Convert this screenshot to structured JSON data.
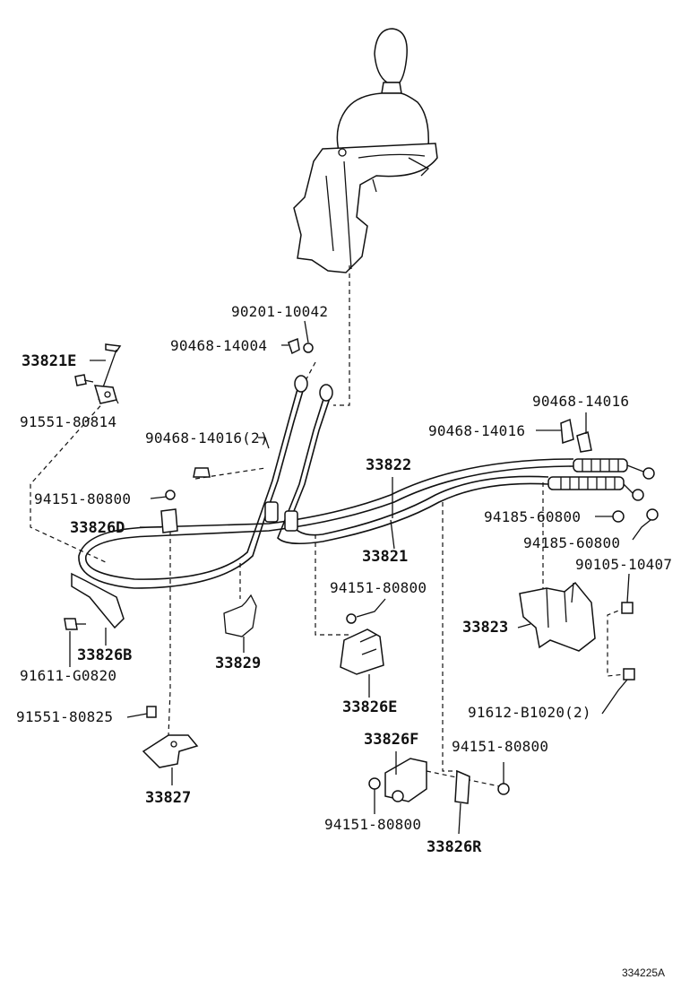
{
  "title": "",
  "diagram_id": "334225A",
  "parts": {
    "p90201_10042": "90201-10042",
    "p90468_14004": "90468-14004",
    "p33821E": "33821E",
    "p91551_80814": "91551-80814",
    "p90468_14016_2": "90468-14016(2)",
    "p94151_80800_a": "94151-80800",
    "p33826D": "33826D",
    "p33826B": "33826B",
    "p91611_G0820": "91611-G0820",
    "p33829": "33829",
    "p91551_80825": "91551-80825",
    "p33827": "33827",
    "p33822": "33822",
    "p33821": "33821",
    "p94151_80800_b": "94151-80800",
    "p33826E": "33826E",
    "p33826F": "33826F",
    "p94151_80800_c": "94151-80800",
    "p94151_80800_d": "94151-80800",
    "p33826R": "33826R",
    "p90468_14016_top": "90468-14016",
    "p90468_14016_mid": "90468-14016",
    "p94185_60800_a": "94185-60800",
    "p94185_60800_b": "94185-60800",
    "p90105_10407": "90105-10407",
    "p33823": "33823",
    "p91612_B1020_2": "91612-B1020(2)"
  }
}
